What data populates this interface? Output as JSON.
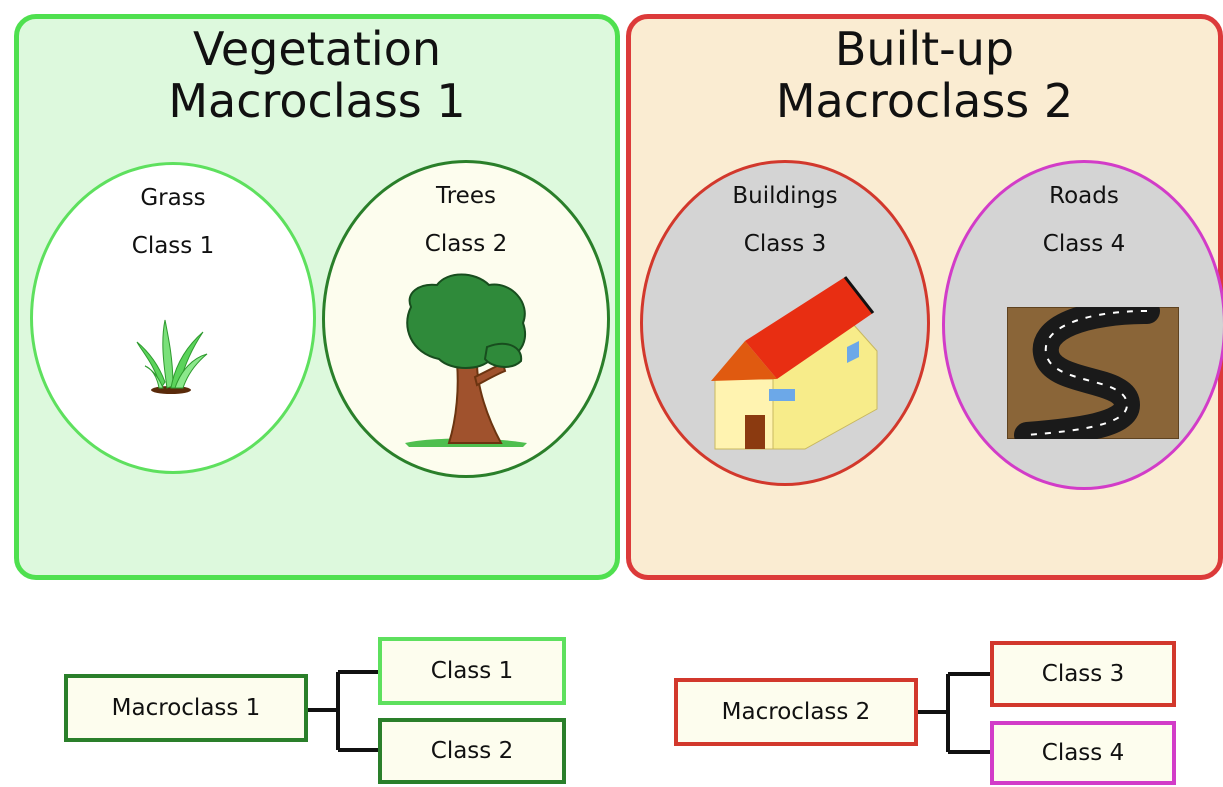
{
  "colors": {
    "vegetation_fill": "#ddf9dd",
    "vegetation_border": "#4fe04f",
    "builtup_fill": "#faecd2",
    "builtup_border": "#dc3a3a",
    "grass_border": "#5ee05e",
    "trees_border": "#2a7f2a",
    "buildings_border": "#d2382c",
    "roads_border": "#d23cc8",
    "class_ellipse_fill_grey": "#d4d4d4"
  },
  "vegetation": {
    "title_line1": "Vegetation",
    "title_line2": "Macroclass 1",
    "classes": [
      {
        "name": "Grass",
        "class_label": "Class 1",
        "icon": "grass-icon"
      },
      {
        "name": "Trees",
        "class_label": "Class 2",
        "icon": "tree-icon"
      }
    ]
  },
  "builtup": {
    "title_line1": "Built-up",
    "title_line2": "Macroclass 2",
    "classes": [
      {
        "name": "Buildings",
        "class_label": "Class 3",
        "icon": "house-icon"
      },
      {
        "name": "Roads",
        "class_label": "Class 4",
        "icon": "road-icon"
      }
    ]
  },
  "hierarchy": [
    {
      "macro_label": "Macroclass 1",
      "children": [
        "Class 1",
        "Class 2"
      ]
    },
    {
      "macro_label": "Macroclass 2",
      "children": [
        "Class 3",
        "Class 4"
      ]
    }
  ]
}
